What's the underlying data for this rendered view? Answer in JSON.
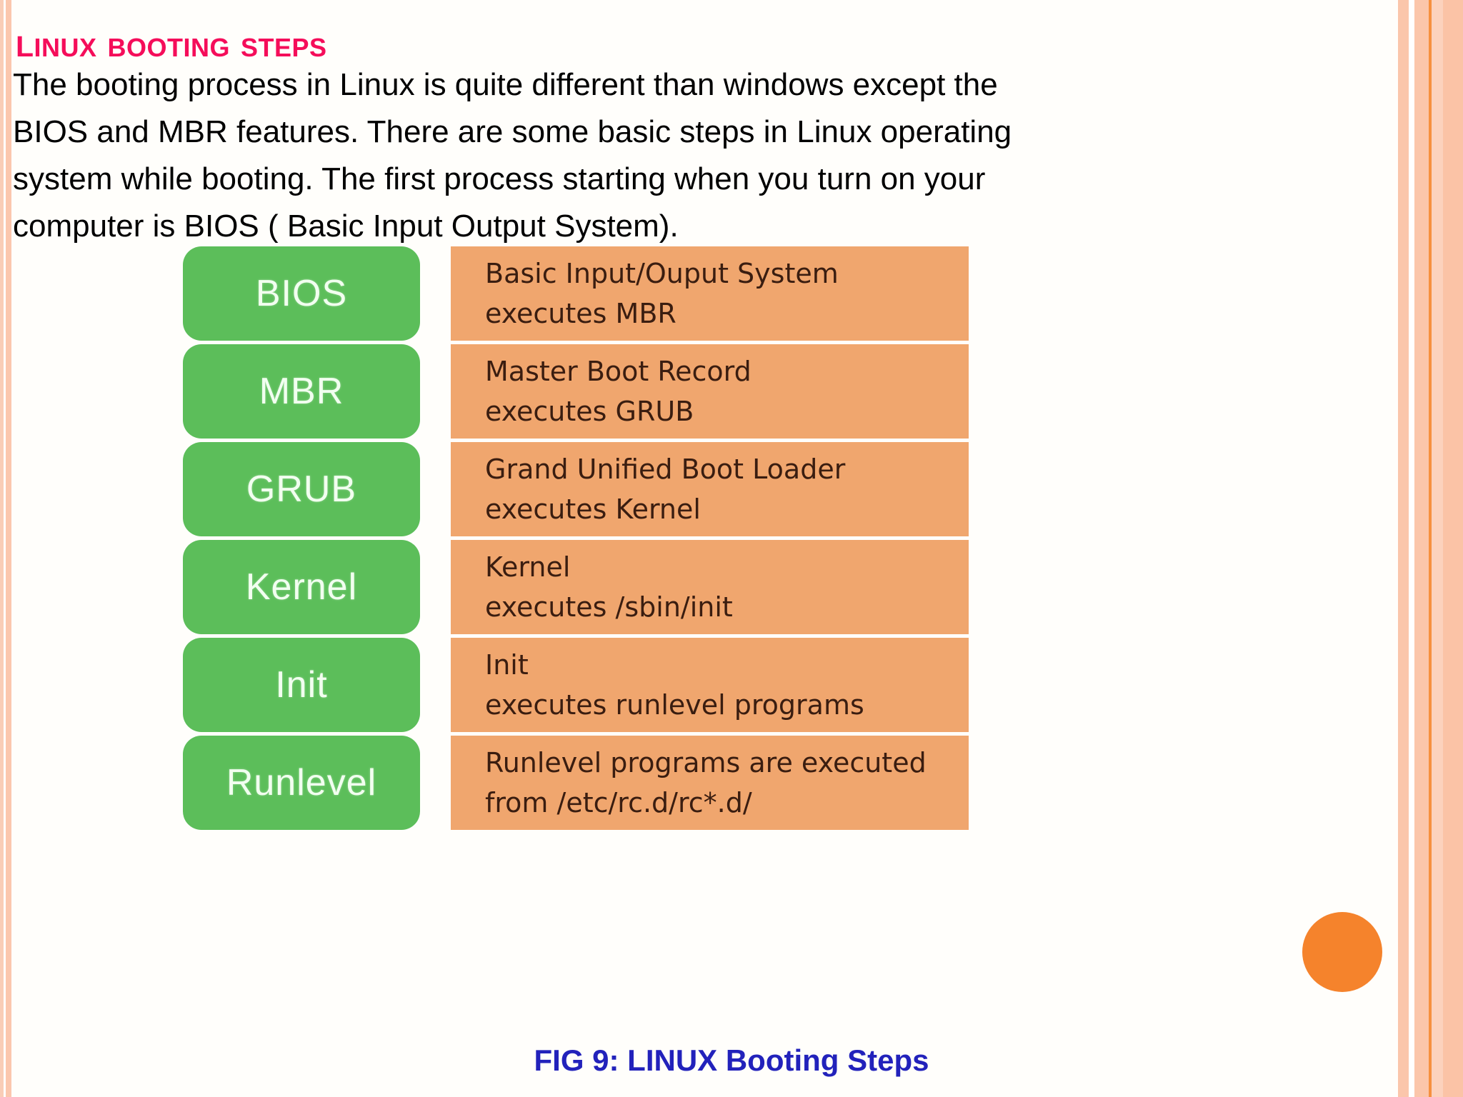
{
  "slide": {
    "title": "Linux Booting Steps",
    "body_text": "The booting process in Linux is quite different than windows except the BIOS and MBR features. There are some basic steps in Linux operating system while booting. The first process starting when you turn on your computer is BIOS ( Basic Input Output System).",
    "caption": "FIG 9: LINUX Booting Steps"
  },
  "colors": {
    "title": "#f50d5a",
    "caption": "#2222bb",
    "step_box": "#5cbe5a",
    "step_label": "#f2fff0",
    "desc_box": "#f0a66e",
    "desc_text": "#3a1d10",
    "deco_circle": "#f5832c",
    "edge_stripe": "#fbc6ab",
    "edge_accent": "#f6903f"
  },
  "diagram": {
    "type": "flow",
    "rows": [
      {
        "step": "BIOS",
        "desc_line1": "Basic Input/Ouput System",
        "desc_line2": "executes MBR"
      },
      {
        "step": "MBR",
        "desc_line1": "Master Boot Record",
        "desc_line2": "executes GRUB"
      },
      {
        "step": "GRUB",
        "desc_line1": "Grand Unified Boot Loader",
        "desc_line2": "executes Kernel"
      },
      {
        "step": "Kernel",
        "desc_line1": "Kernel",
        "desc_line2": "executes /sbin/init"
      },
      {
        "step": "Init",
        "desc_line1": "Init",
        "desc_line2": "executes runlevel programs"
      },
      {
        "step": "Runlevel",
        "desc_line1": "Runlevel programs are executed",
        "desc_line2": "from /etc/rc.d/rc*.d/"
      }
    ]
  }
}
